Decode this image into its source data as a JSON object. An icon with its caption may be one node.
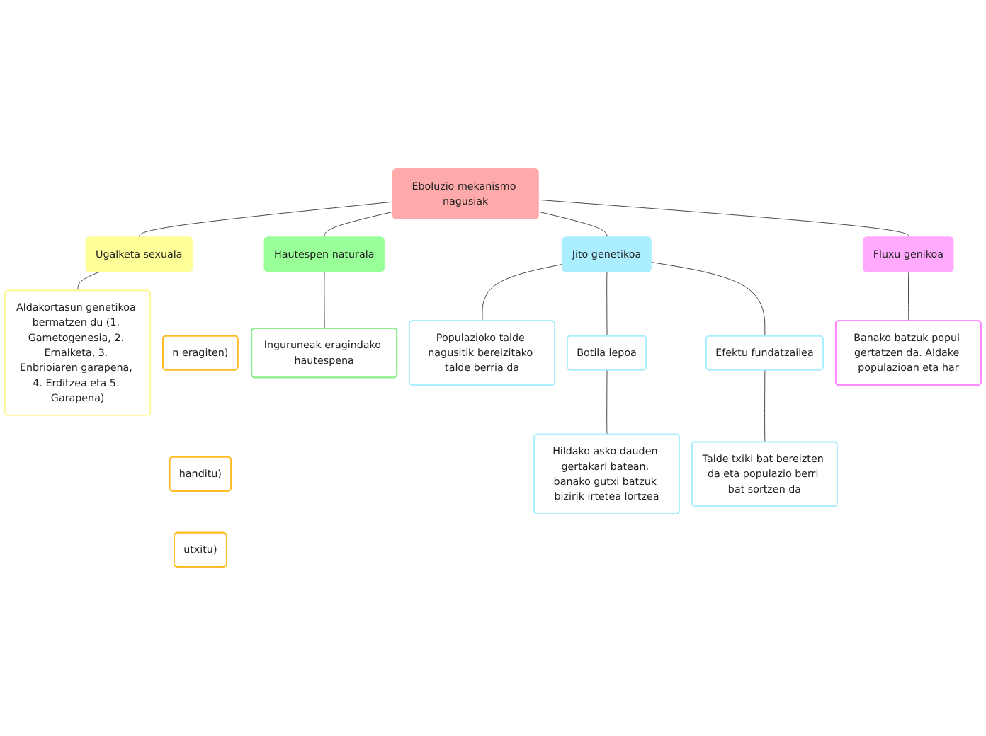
{
  "diagram": {
    "nodes": [
      {
        "text": [
          "Eboluzio mekanismo nagusiak"
        ]
      },
      {
        "text": [
          "Ugalketa sexuala"
        ]
      },
      {
        "text": [
          "Aldakortasun genetikoa bermatzen du (1. Gametogenesia, 2. Ernalketa, 3. Enbrioiaren garapena, 4. Erditzea eta 5. Garapena)"
        ]
      },
      {
        "text": [
          "Hautespen naturala"
        ]
      },
      {
        "text": [
          "Inguruneak eragindako hautespena"
        ]
      },
      {
        "text": [
          "Jito genetikoa"
        ]
      },
      {
        "text": [
          "Populazioko talde nagusitik bereizitako talde berria da"
        ]
      },
      {
        "text": [
          "Botila lepoa"
        ]
      },
      {
        "text": [
          "Hildako asko dauden gertakari batean, banako gutxi batzuk bizirik irtetea lortzea"
        ]
      },
      {
        "text": [
          "Efektu fundatzailea"
        ]
      },
      {
        "text": [
          "Talde txiki bat bereizten da eta populazio berri bat sortzen da"
        ]
      },
      {
        "text": [
          "Fluxu genikoa"
        ]
      },
      {
        "text": [
          "Banako batzuk popul gertatzen da. Aldake populazioan eta har"
        ]
      },
      {
        "text": [
          "n eragiten)"
        ]
      },
      {
        "text": [
          "handitu)"
        ]
      },
      {
        "text": [
          "utxitu)"
        ]
      }
    ],
    "edges": [
      {
        "from": 0,
        "to": 1,
        "arrow": "none"
      },
      {
        "from": 0,
        "to": 3,
        "arrow": "none"
      },
      {
        "from": 0,
        "to": 5,
        "arrow": "none"
      },
      {
        "from": 0,
        "to": 11,
        "arrow": "none"
      },
      {
        "from": 1,
        "to": 2,
        "arrow": "none"
      },
      {
        "from": 3,
        "to": 4,
        "arrow": "none"
      },
      {
        "from": 5,
        "to": 6,
        "arrow": "none"
      },
      {
        "from": 5,
        "to": 7,
        "arrow": "none"
      },
      {
        "from": 7,
        "to": 8,
        "arrow": "none"
      },
      {
        "from": 5,
        "to": 9,
        "arrow": "none"
      },
      {
        "from": 9,
        "to": 10,
        "arrow": "none"
      },
      {
        "from": 11,
        "to": 12,
        "arrow": "none"
      }
    ]
  }
}
